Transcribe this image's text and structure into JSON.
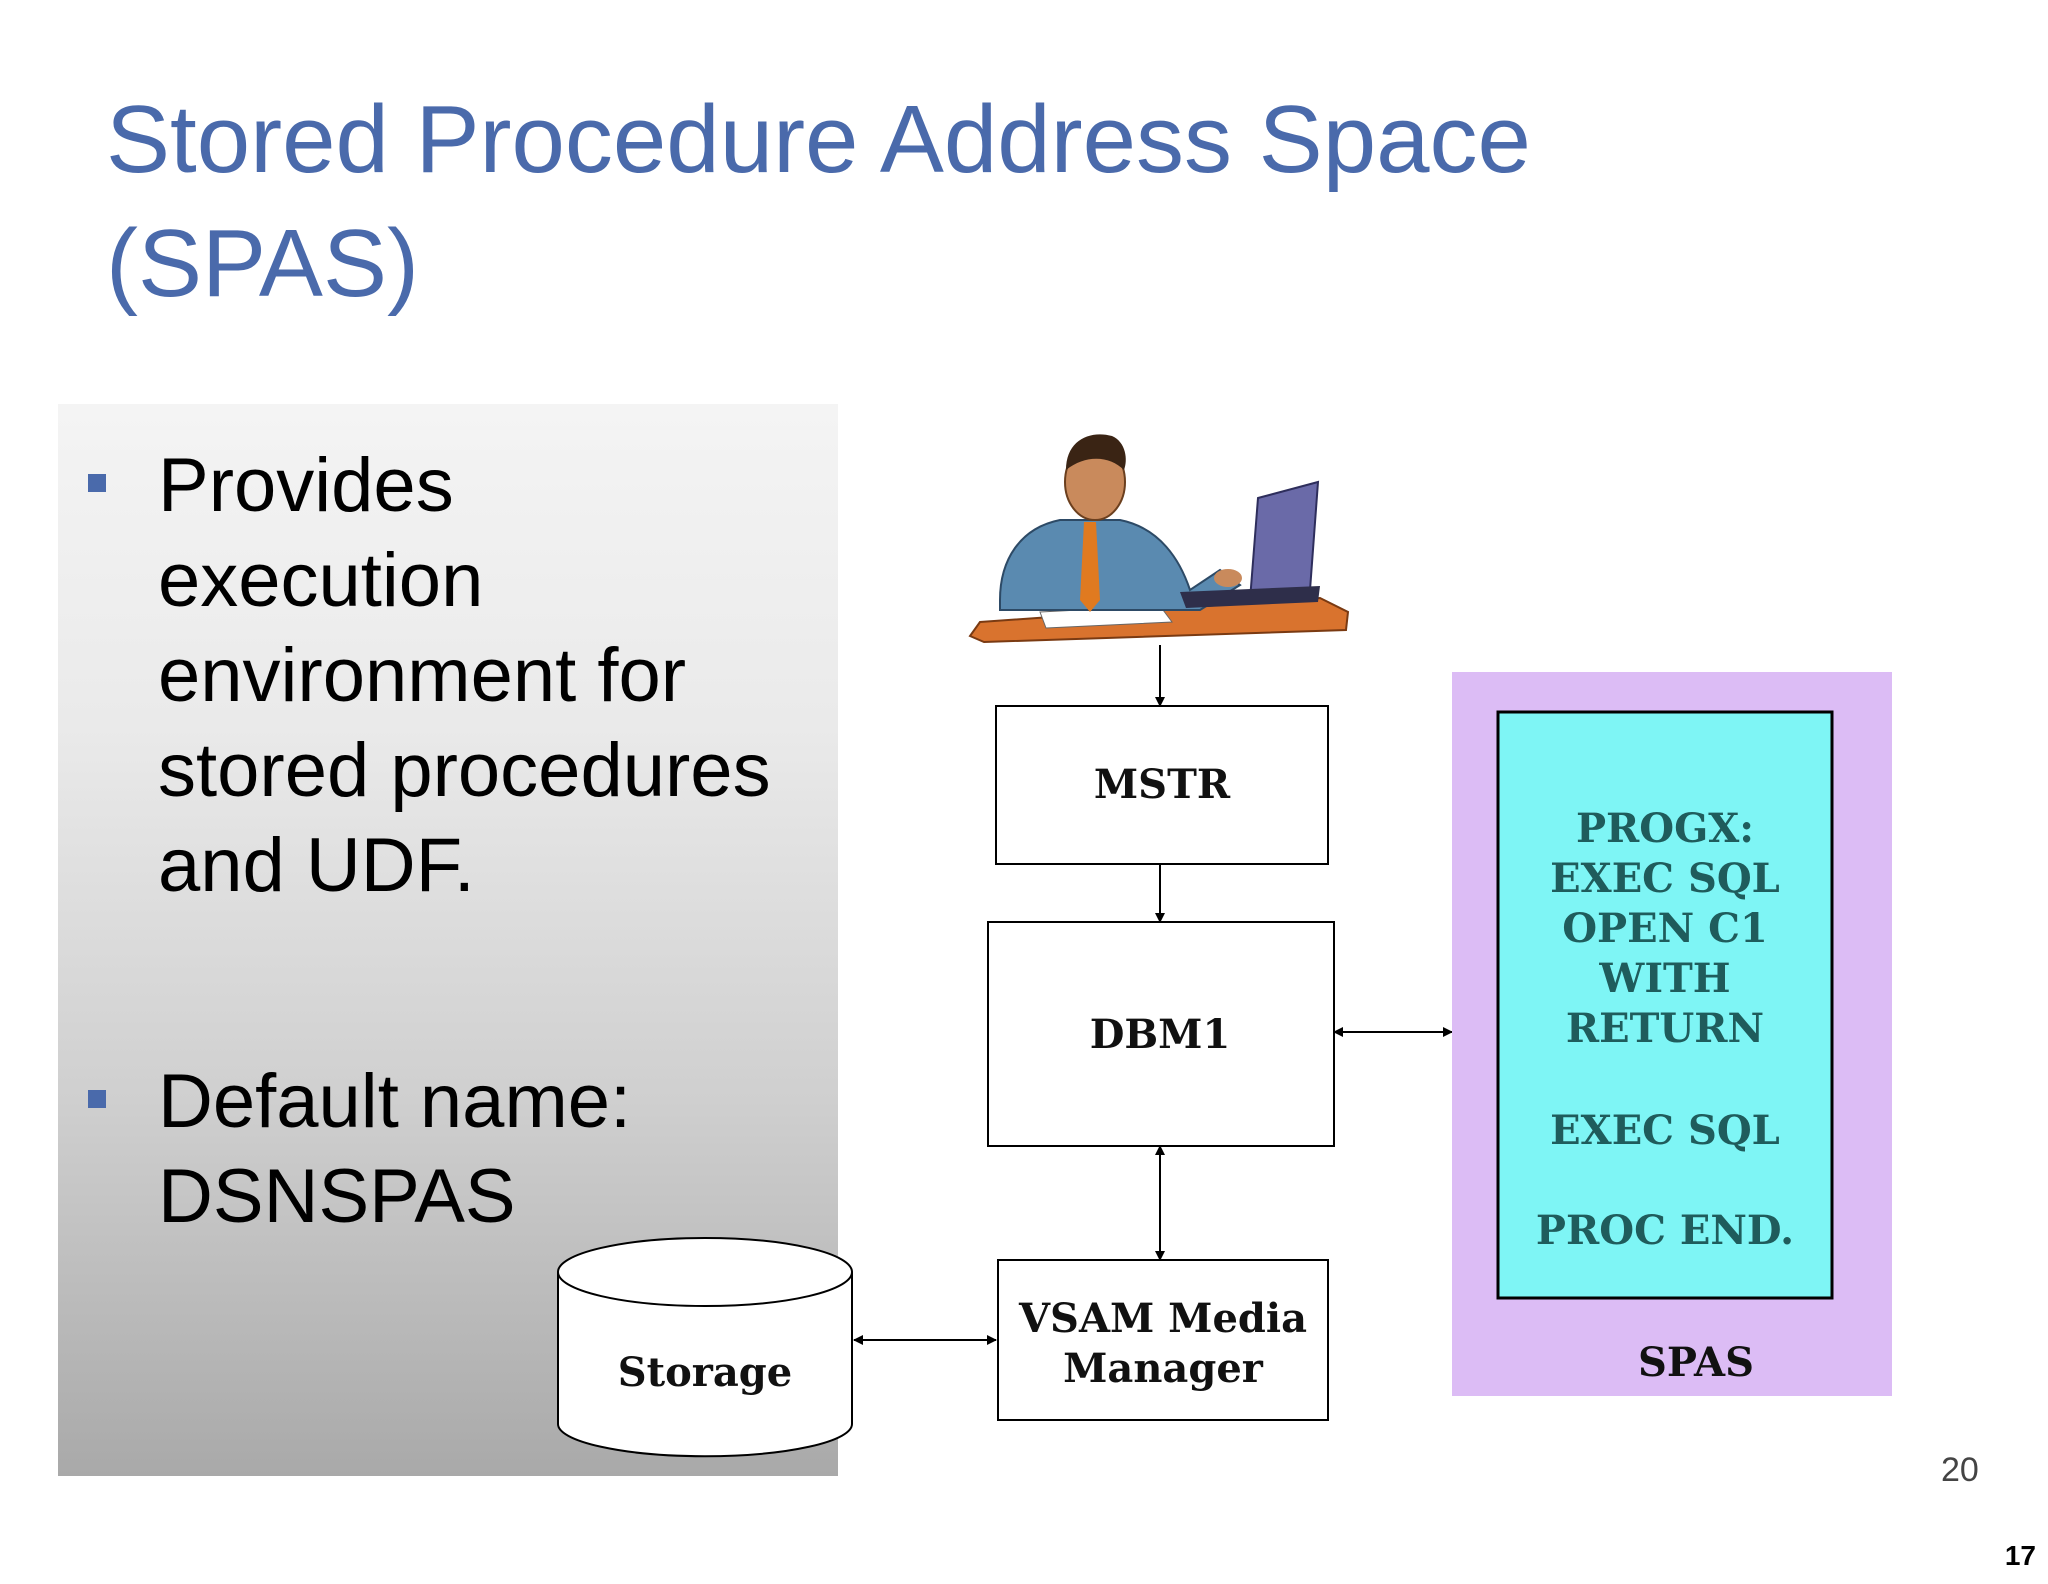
{
  "title": "Stored Procedure Address Space (SPAS)",
  "bullets": [
    {
      "lines": [
        "Provides",
        "execution",
        "environment for",
        "stored procedures",
        "and UDF."
      ]
    },
    {
      "lines": [
        "Default name:",
        "DSNSPAS"
      ]
    }
  ],
  "diagram": {
    "user_icon": "person-at-laptop-icon",
    "mstr_label": "MSTR",
    "dbm1_label": "DBM1",
    "vsam_label_line1": "VSAM Media",
    "vsam_label_line2": "Manager",
    "storage_label": "Storage",
    "spas_label": "SPAS",
    "program_lines": [
      "PROGX:",
      "EXEC SQL",
      "OPEN C1",
      "WITH",
      "RETURN",
      "",
      "EXEC SQL",
      "",
      "PROC END."
    ],
    "colors": {
      "spas_outer": "#dcbcf5",
      "program_box": "#7ef5f5",
      "program_text": "#1f5c5c"
    }
  },
  "slide_partial_number": "20",
  "page_number": "17"
}
